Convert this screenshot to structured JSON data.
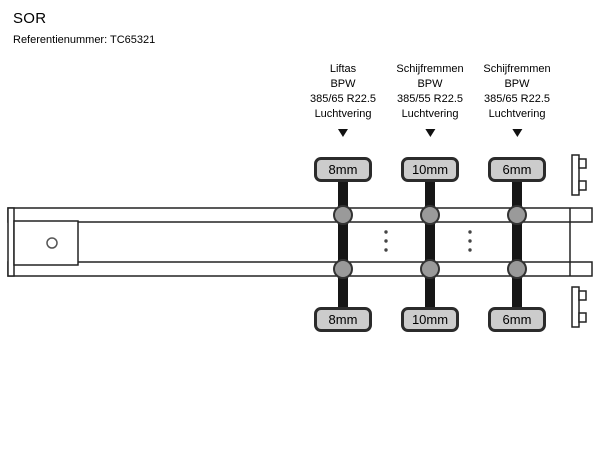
{
  "header": {
    "title": "SOR",
    "reference": "Referentienummer: TC65321"
  },
  "axles": [
    {
      "spec": [
        "Liftas",
        "BPW",
        "385/65 R22.5",
        "Luchtvering"
      ],
      "top_label": "8mm",
      "bottom_label": "8mm"
    },
    {
      "spec": [
        "Schijfremmen",
        "BPW",
        "385/55 R22.5",
        "Luchtvering"
      ],
      "top_label": "10mm",
      "bottom_label": "10mm"
    },
    {
      "spec": [
        "Schijfremmen",
        "BPW",
        "385/65 R22.5",
        "Luchtvering"
      ],
      "top_label": "6mm",
      "bottom_label": "6mm"
    }
  ],
  "icons": {
    "down_arrow": "down-arrow"
  },
  "colors": {
    "background": "#ffffff",
    "text": "#000000",
    "diagram_line": "#222222",
    "axle_bar": "#161616",
    "label_fill": "#cccccc",
    "wheel_fill": "#9a9a9a"
  }
}
